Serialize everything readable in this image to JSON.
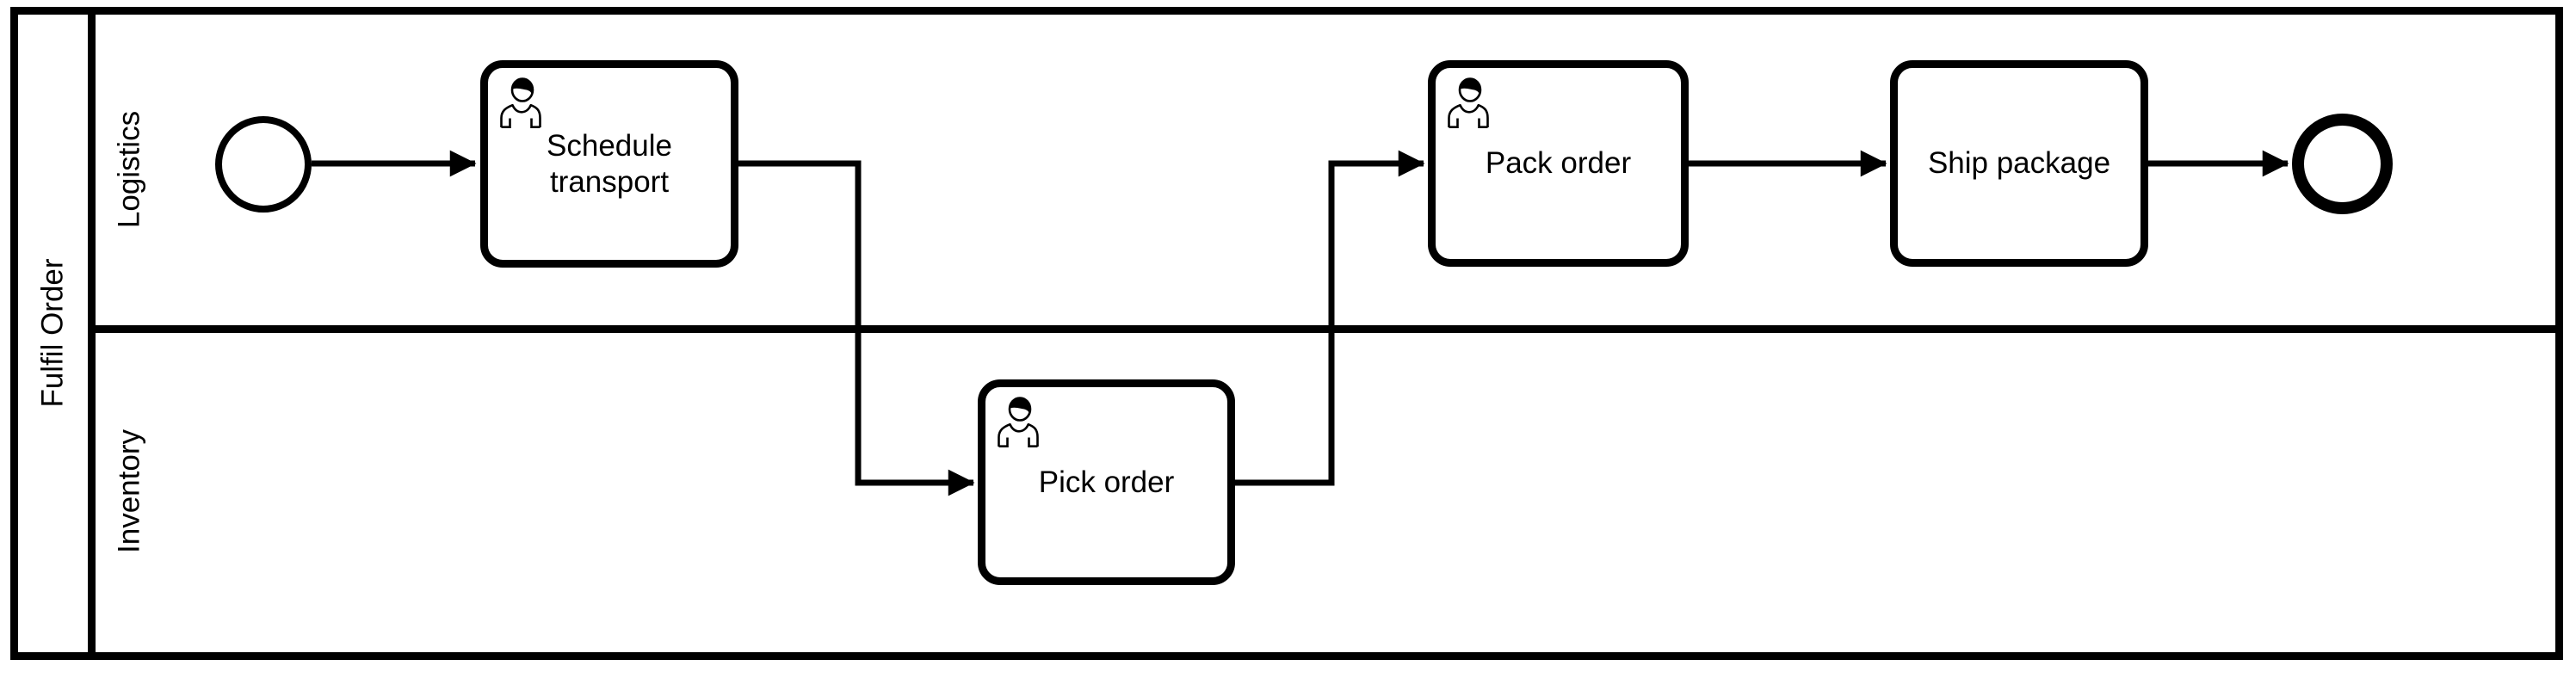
{
  "pool": {
    "label": "Fulfil Order",
    "lanes": [
      {
        "label": "Logistics"
      },
      {
        "label": "Inventory"
      }
    ]
  },
  "nodes": {
    "start_event": {
      "type": "start-event",
      "lane": "Logistics"
    },
    "tasks": [
      {
        "label": "Schedule transport",
        "type": "user-task",
        "lane": "Logistics"
      },
      {
        "label": "Pick order",
        "type": "user-task",
        "lane": "Inventory"
      },
      {
        "label": "Pack order",
        "type": "user-task",
        "lane": "Logistics"
      },
      {
        "label": "Ship package",
        "type": "task",
        "lane": "Logistics"
      }
    ],
    "end_event": {
      "type": "end-event",
      "lane": "Logistics"
    }
  },
  "flows": [
    {
      "from": "start-event",
      "to": "Schedule transport"
    },
    {
      "from": "Schedule transport",
      "to": "Pick order"
    },
    {
      "from": "Pick order",
      "to": "Pack order"
    },
    {
      "from": "Pack order",
      "to": "Ship package"
    },
    {
      "from": "Ship package",
      "to": "end-event"
    }
  ],
  "colors": {
    "stroke": "#000000",
    "fill": "#ffffff",
    "background": "#ffffff"
  }
}
